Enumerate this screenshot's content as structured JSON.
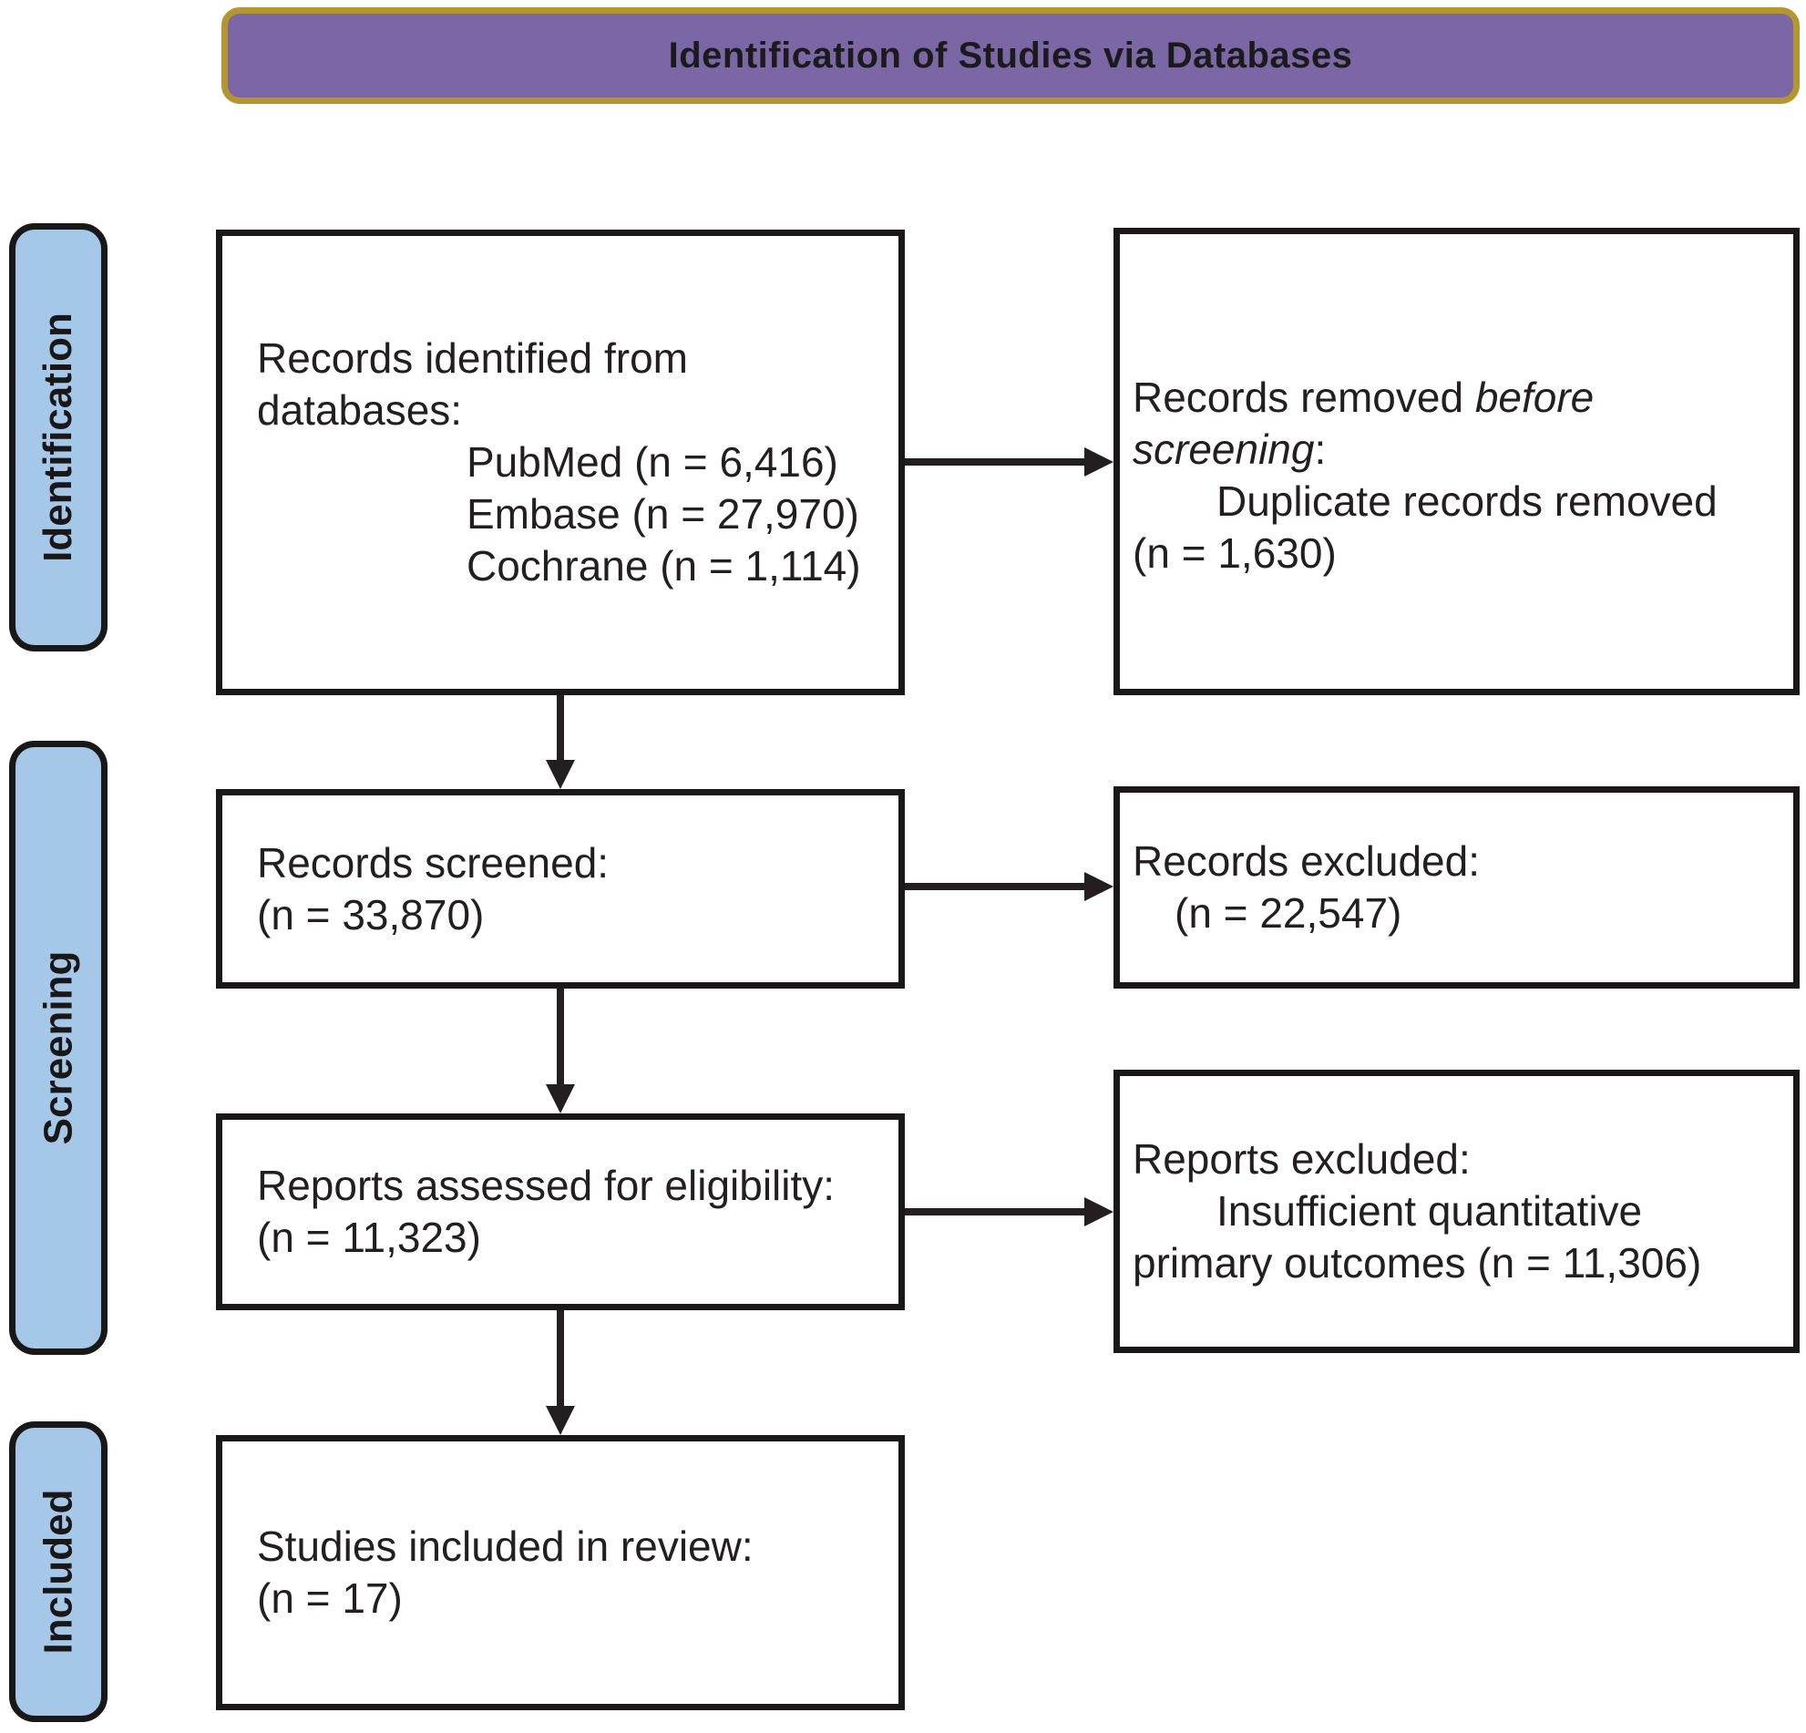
{
  "header": {
    "title": "Identification of Studies via Databases"
  },
  "stages": [
    {
      "id": "identification",
      "label": "Identification"
    },
    {
      "id": "screening",
      "label": "Screening"
    },
    {
      "id": "included",
      "label": "Included"
    }
  ],
  "boxes": {
    "records_identified": {
      "lines": [
        {
          "text": "Records identified from"
        },
        {
          "text": "databases:"
        },
        {
          "text": "PubMed (n = 6,416)",
          "indent": "lg"
        },
        {
          "text": "Embase (n = 27,970)",
          "indent": "lg"
        },
        {
          "text": "Cochrane (n = 1,114)",
          "indent": "lg"
        }
      ]
    },
    "records_removed": {
      "lines": [
        {
          "segments": [
            {
              "text": "Records removed "
            },
            {
              "text": "before",
              "italic": true
            }
          ]
        },
        {
          "segments": [
            {
              "text": "screening",
              "italic": true
            },
            {
              "text": ":"
            }
          ]
        },
        {
          "text": "Duplicate records removed",
          "indent": "md"
        },
        {
          "text": "(n = 1,630)"
        }
      ]
    },
    "records_screened": {
      "lines": [
        {
          "text": "Records screened:"
        },
        {
          "text": "(n = 33,870)"
        }
      ]
    },
    "records_excluded": {
      "lines": [
        {
          "text": "Records excluded:"
        },
        {
          "text": "(n = 22,547)",
          "indent": "sm"
        }
      ]
    },
    "reports_assessed": {
      "lines": [
        {
          "text": "Reports assessed for eligibility:"
        },
        {
          "text": "(n = 11,323)"
        }
      ]
    },
    "reports_excluded": {
      "lines": [
        {
          "text": "Reports excluded:"
        },
        {
          "text": "Insufficient quantitative",
          "indent": "md"
        },
        {
          "text": "primary outcomes (n = 11,306)"
        }
      ]
    },
    "studies_included": {
      "lines": [
        {
          "text": "Studies included in review:"
        },
        {
          "text": "(n = 17)"
        }
      ]
    }
  },
  "colors": {
    "header_fill": "#7B67A6",
    "header_border": "#B5952F",
    "stage_fill": "#A5C8E9",
    "line_ink": "#231F20"
  }
}
